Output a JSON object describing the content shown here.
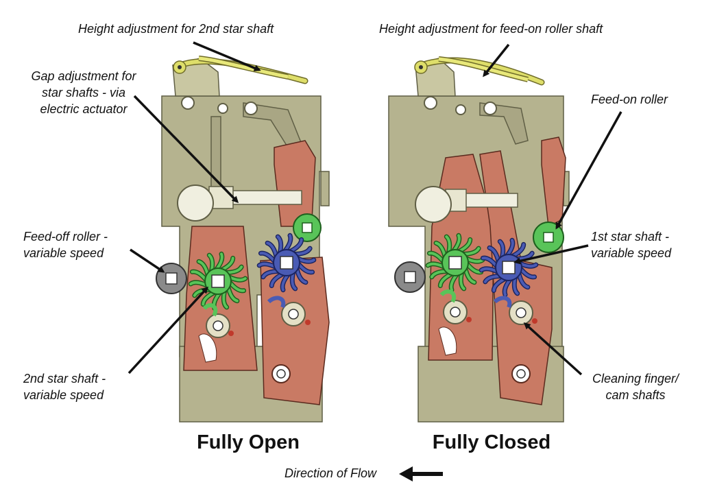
{
  "callouts": {
    "height_2nd_star": "Height adjustment for 2nd star shaft",
    "height_feed_on": "Height adjustment for feed-on roller shaft",
    "gap_adjustment": "Gap adjustment for\nstar shafts - via\nelectric actuator",
    "feed_on_roller": "Feed-on roller",
    "feed_off_roller": "Feed-off roller -\nvariable speed",
    "first_star_shaft": "1st star shaft -\nvariable speed",
    "second_star_shaft": "2nd star shaft -\nvariable speed",
    "cleaning_finger": "Cleaning finger/\ncam shafts"
  },
  "captions": {
    "left": "Fully Open",
    "right": "Fully Closed"
  },
  "flow": {
    "label": "Direction of Flow",
    "arrow_icon": "left-arrow-icon"
  },
  "colors": {
    "frame_olive": "#b5b38f",
    "arm_red": "#c97a64",
    "star_green": "#59c459",
    "star_blue": "#4a5bb4",
    "adjuster_yellow": "#dede6a",
    "feed_off_grey": "#8a8a8a",
    "actuator_white": "#f0efe0"
  }
}
